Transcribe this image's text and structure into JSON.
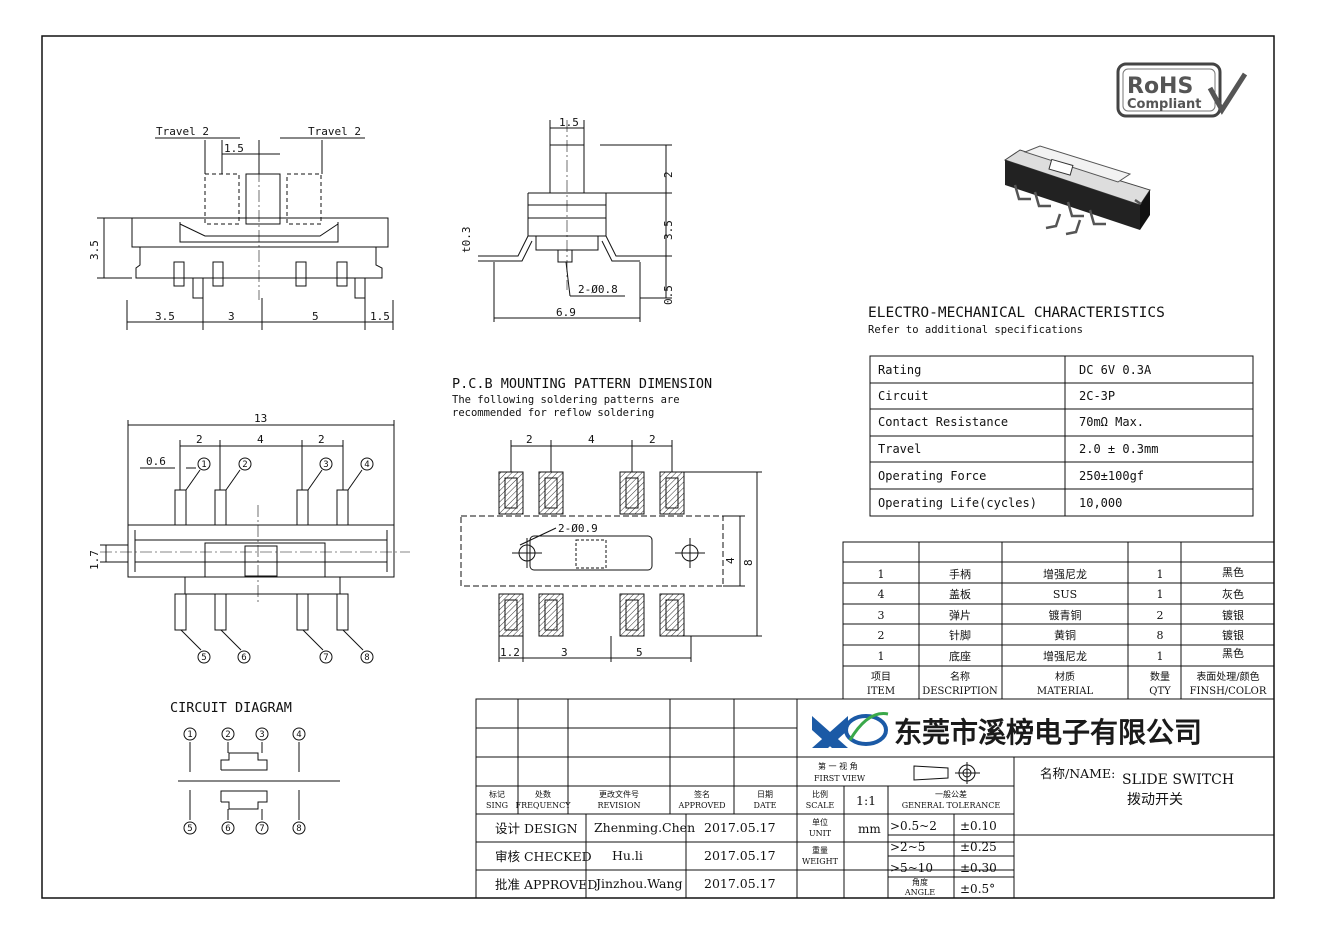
{
  "rohs": {
    "line1": "RoHS",
    "line2": "Compliant"
  },
  "side_view": {
    "travel_left": "Travel 2",
    "travel_right": "Travel 2",
    "dim_knob": "1.5",
    "dim_height": "3.5",
    "dims_bottom": [
      "3.5",
      "3",
      "5",
      "1.5"
    ]
  },
  "end_view": {
    "dim_top": "1.5",
    "dim_right": [
      "2",
      "3.5",
      "0.5"
    ],
    "dim_t": "t0.3",
    "dim_pin": "2-Ø0.8",
    "dim_width": "6.9"
  },
  "top_view": {
    "dim_total": "13",
    "dims_top": [
      "2",
      "4",
      "2"
    ],
    "dim_pin": "0.6",
    "dim_side": "1.7",
    "pins_top": [
      "1",
      "2",
      "3",
      "4"
    ],
    "pins_bottom": [
      "5",
      "6",
      "7",
      "8"
    ]
  },
  "pcb": {
    "title": "P.C.B MOUNTING PATTERN DIMENSION",
    "note1": "The following soldering patterns are",
    "note2": "recommended for reflow soldering",
    "dims_top": [
      "2",
      "4",
      "2"
    ],
    "hole": "2-Ø0.9",
    "dims_bottom": [
      "1.2",
      "3",
      "5"
    ],
    "dim_inner": "4",
    "dim_outer": "8"
  },
  "circuit": {
    "title": "CIRCUIT DIAGRAM",
    "top": [
      "1",
      "2",
      "3",
      "4"
    ],
    "bottom": [
      "5",
      "6",
      "7",
      "8"
    ]
  },
  "characteristics": {
    "title": "ELECTRO-MECHANICAL CHARACTERISTICS",
    "subtitle": "Refer to additional specifications",
    "rows": [
      {
        "label": "Rating",
        "value": "DC 6V 0.3A"
      },
      {
        "label": "Circuit",
        "value": "2C-3P"
      },
      {
        "label": "Contact Resistance",
        "value": "70mΩ Max."
      },
      {
        "label": "Travel",
        "value": "2.0 ± 0.3mm"
      },
      {
        "label": "Operating Force",
        "value": "250±100gf"
      },
      {
        "label": "Operating Life(cycles)",
        "value": "10,000"
      }
    ]
  },
  "bom": {
    "rows": [
      {
        "item": "1",
        "desc": "手柄",
        "material": "增强尼龙",
        "qty": "1",
        "finish": "黑色"
      },
      {
        "item": "4",
        "desc": "盖板",
        "material": "SUS",
        "qty": "1",
        "finish": "灰色"
      },
      {
        "item": "3",
        "desc": "弹片",
        "material": "镀青铜",
        "qty": "2",
        "finish": "镀银"
      },
      {
        "item": "2",
        "desc": "针脚",
        "material": "黄铜",
        "qty": "8",
        "finish": "镀银"
      },
      {
        "item": "1",
        "desc": "底座",
        "material": "增强尼龙",
        "qty": "1",
        "finish": "黑色"
      }
    ],
    "header": {
      "item_cn": "项目",
      "item_en": "ITEM",
      "desc_cn": "名称",
      "desc_en": "DESCRIPTION",
      "mat_cn": "材质",
      "mat_en": "MATERIAL",
      "qty_cn": "数量",
      "qty_en": "QTY",
      "fin_cn": "表面处理/颜色",
      "fin_en": "FINSH/COLOR"
    }
  },
  "title_block": {
    "company": "东莞市溪榜电子有限公司",
    "first_view_cn": "第 一 视 角",
    "first_view_en": "FIRST VIEW",
    "name_label": "名称/NAME:",
    "name_en": "SLIDE SWITCH",
    "name_cn": "拨动开关",
    "rev_headers": [
      {
        "cn": "标记",
        "en": "SING"
      },
      {
        "cn": "处数",
        "en": "FREQUENCY"
      },
      {
        "cn": "更改文件号",
        "en": "REVISION"
      },
      {
        "cn": "签名",
        "en": "APPROVED"
      },
      {
        "cn": "日期",
        "en": "DATE"
      }
    ],
    "scale_cn": "比例",
    "scale_en": "SCALE",
    "scale_val": "1:1",
    "unit_cn": "单位",
    "unit_en": "UNIT",
    "unit_val": "mm",
    "weight_cn": "重量",
    "weight_en": "WEIGHT",
    "tol_cn": "一般公差",
    "tol_en": "GENERAL TOLERANCE",
    "tolerances": [
      {
        "range": ">0.5~2",
        "tol": "±0.10"
      },
      {
        "range": ">2~5",
        "tol": "±0.25"
      },
      {
        "range": ">5~10",
        "tol": "±0.30"
      },
      {
        "range": "角度 ANGLE",
        "tol": "±0.5°"
      }
    ],
    "angle_cn": "角度",
    "angle_en": "ANGLE",
    "signoffs": [
      {
        "role": "设计 DESIGN",
        "name": "Zhenming.Chen",
        "date": "2017.05.17"
      },
      {
        "role": "审核 CHECKED",
        "name": "Hu.li",
        "date": "2017.05.17"
      },
      {
        "role": "批准 APPROVED",
        "name": "Jinzhou.Wang",
        "date": "2017.05.17"
      }
    ]
  }
}
